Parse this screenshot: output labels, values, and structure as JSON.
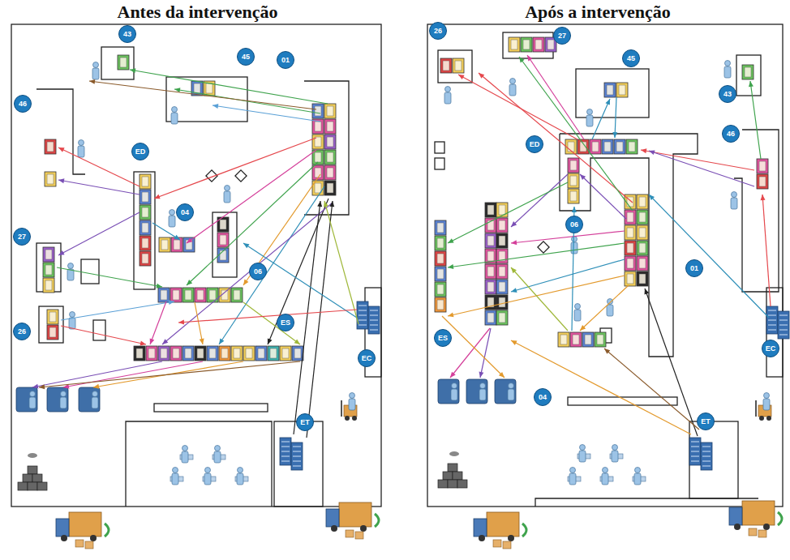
{
  "diagram": {
    "nodes": [
      {
        "text": [
          "Antes da intervenção"
        ]
      },
      {
        "text": [
          "43"
        ],
        "in": 0
      },
      {
        "text": [
          "45"
        ],
        "in": 0
      },
      {
        "text": [
          "01"
        ],
        "in": 0
      },
      {
        "text": [
          "46"
        ],
        "in": 0
      },
      {
        "text": [
          "ED"
        ],
        "in": 0
      },
      {
        "text": [
          "04"
        ],
        "in": 0
      },
      {
        "text": [
          "27"
        ],
        "in": 0
      },
      {
        "text": [
          "06"
        ],
        "in": 0
      },
      {
        "text": [
          "ES"
        ],
        "in": 0
      },
      {
        "text": [
          "26"
        ],
        "in": 0
      },
      {
        "text": [
          "EC"
        ],
        "in": 0
      },
      {
        "text": [
          "ET"
        ],
        "in": 0
      },
      {
        "text": [
          "Após a intervenção"
        ]
      },
      {
        "text": [
          "26"
        ],
        "in": 13
      },
      {
        "text": [
          "27"
        ],
        "in": 13
      },
      {
        "text": [
          "45"
        ],
        "in": 13
      },
      {
        "text": [
          "43"
        ],
        "in": 13
      },
      {
        "text": [
          "46"
        ],
        "in": 13
      },
      {
        "text": [
          "ED"
        ],
        "in": 13
      },
      {
        "text": [
          "06"
        ],
        "in": 13
      },
      {
        "text": [
          "01"
        ],
        "in": 13
      },
      {
        "text": [
          "ES"
        ],
        "in": 13
      },
      {
        "text": [
          "EC"
        ],
        "in": 13
      },
      {
        "text": [
          "04"
        ],
        "in": 13
      },
      {
        "text": [
          "ET"
        ],
        "in": 13
      }
    ]
  }
}
